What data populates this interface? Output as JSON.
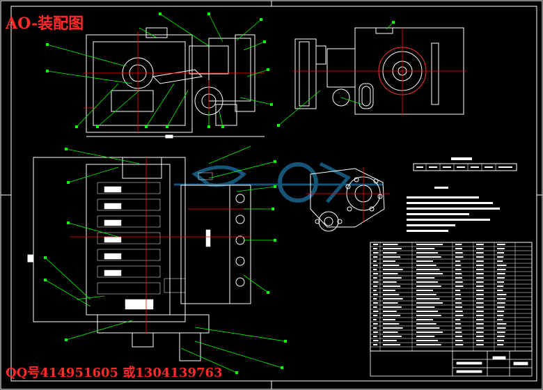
{
  "title_overlay": "AO-装配图",
  "contact_overlay": "QQ号414951605 或1304139763",
  "colors": {
    "background": "#000000",
    "outline": "#ffffff",
    "leader": "#00ff00",
    "centerline": "#ff0000",
    "watermark": "#1c6b97",
    "overlay_text": "#ff2a2a"
  },
  "watermark_icon": "cloud-text-logo",
  "views": [
    "front-view",
    "top-view",
    "side-view",
    "section-view"
  ],
  "tables": [
    "technical-parameters-table",
    "technical-requirements",
    "parts-list",
    "title-block"
  ]
}
